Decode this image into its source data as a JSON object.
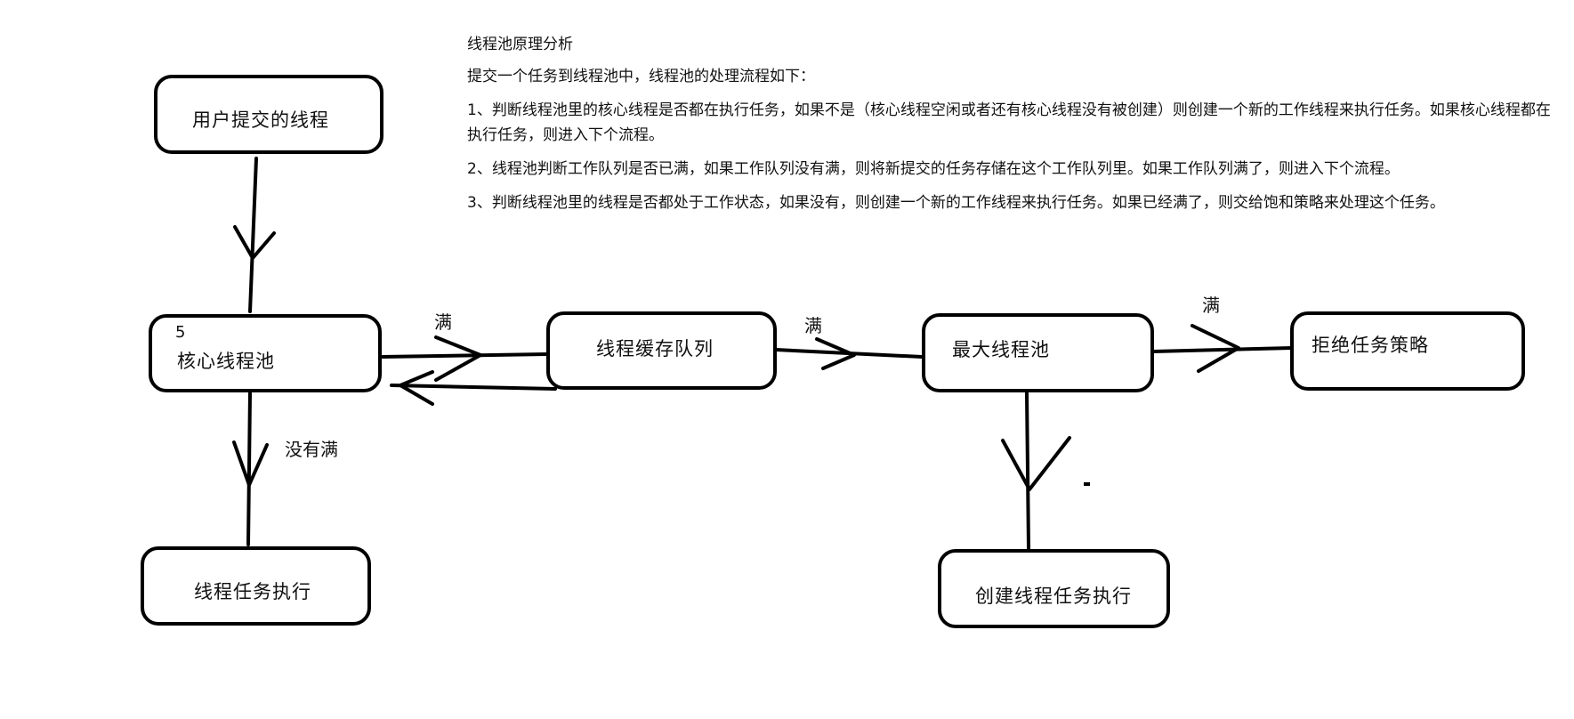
{
  "notes": {
    "title": "线程池原理分析",
    "intro": "提交一个任务到线程池中，线程池的处理流程如下：",
    "steps": [
      "1、判断线程池里的核心线程是否都在执行任务，如果不是（核心线程空闲或者还有核心线程没有被创建）则创建一个新的工作线程来执行任务。如果核心线程都在执行任务，则进入下个流程。",
      "2、线程池判断工作队列是否已满，如果工作队列没有满，则将新提交的任务存储在这个工作队列里。如果工作队列满了，则进入下个流程。",
      "3、判断线程池里的线程是否都处于工作状态，如果没有，则创建一个新的工作线程来执行任务。如果已经满了，则交给饱和策略来处理这个任务。"
    ]
  },
  "nodes": {
    "user_submit": "用户提交的线程",
    "core_pool_number": "5",
    "core_pool": "核心线程池",
    "task_exec": "线程任务执行",
    "cache_queue": "线程缓存队列",
    "max_pool": "最大线程池",
    "reject_policy": "拒绝任务策略",
    "create_exec": "创建线程任务执行"
  },
  "edge_labels": {
    "core_to_queue": "满",
    "core_to_exec": "没有满",
    "queue_to_max": "满",
    "max_to_reject": "满"
  },
  "colors": {
    "stroke": "#000000",
    "background": "#ffffff",
    "text": "#111111"
  }
}
